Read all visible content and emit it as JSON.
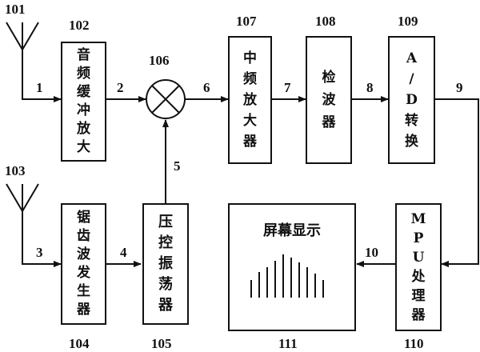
{
  "blocks": {
    "b102": {
      "id": "102",
      "chars": [
        "音",
        "频",
        "缓",
        "冲",
        "放",
        "大"
      ]
    },
    "b104": {
      "id": "104",
      "chars": [
        "锯",
        "齿",
        "波",
        "发",
        "生",
        "器"
      ]
    },
    "b105": {
      "id": "105",
      "chars": [
        "压",
        "控",
        "振",
        "荡",
        "器"
      ]
    },
    "b106": {
      "id": "106"
    },
    "b107": {
      "id": "107",
      "chars": [
        "中",
        "频",
        "放",
        "大",
        "器"
      ]
    },
    "b108": {
      "id": "108",
      "chars": [
        "检",
        "波",
        "器"
      ]
    },
    "b109": {
      "id": "109",
      "chars": [
        "A",
        "/",
        "D",
        "转",
        "换"
      ]
    },
    "b110": {
      "id": "110",
      "chars": [
        "M",
        "P",
        "U",
        "处",
        "理",
        "器"
      ]
    },
    "b111": {
      "id": "111",
      "title": "屏幕显示"
    }
  },
  "antennas": {
    "a101": "101",
    "a103": "103"
  },
  "signals": [
    "1",
    "2",
    "3",
    "4",
    "5",
    "6",
    "7",
    "8",
    "9",
    "10"
  ]
}
